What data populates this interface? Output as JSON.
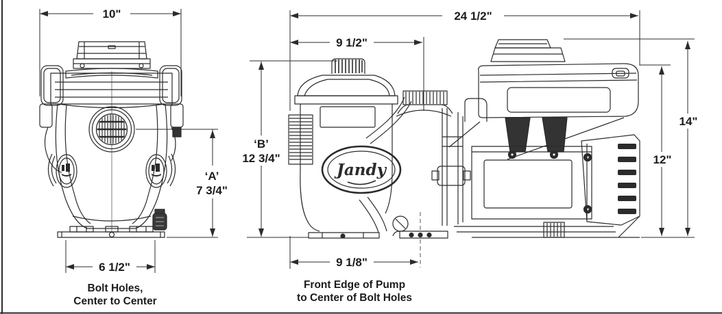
{
  "page": {
    "background": "#ffffff",
    "border_color": "#2a2a2a",
    "line_color": "#2b2b2b"
  },
  "front_view": {
    "dim_width": "10\"",
    "dim_height_label": "‘A’",
    "dim_height_value": "7 3/4\"",
    "dim_bolt_spacing": "6 1/2\"",
    "caption_line1": "Bolt Holes,",
    "caption_line2": "Center to Center"
  },
  "side_view": {
    "logo_text": "Jandy",
    "dim_overall_length": "24 1/2\"",
    "dim_front_to_discharge": "9 1/2\"",
    "dim_height_label": "‘B’",
    "dim_height_value": "12 3/4\"",
    "dim_overall_height": "14\"",
    "dim_drive_height": "12\"",
    "dim_front_to_bolts": "9 1/8\"",
    "caption_line1": "Front Edge of Pump",
    "caption_line2": "to Center of Bolt Holes"
  }
}
